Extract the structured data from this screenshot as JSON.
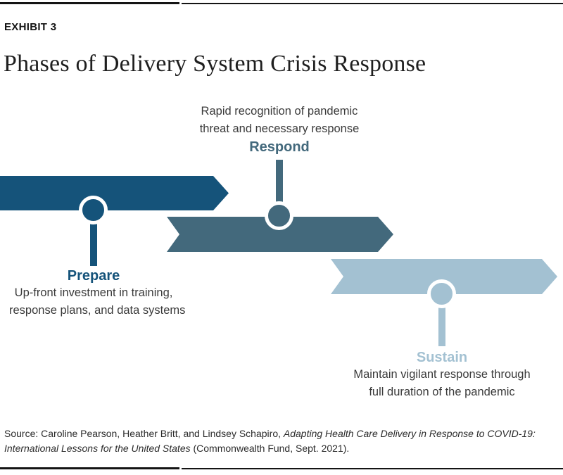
{
  "header": {
    "exhibit_label": "EXHIBIT 3",
    "title": "Phases of Delivery System Crisis Response"
  },
  "colors": {
    "prepare": "#15537a",
    "respond": "#43697c",
    "sustain": "#a3c1d2"
  },
  "phases": [
    {
      "name": "Prepare",
      "desc_line1": "Up-front investment in training,",
      "desc_line2": "response plans, and data systems"
    },
    {
      "name": "Respond",
      "desc_line1": "Rapid recognition of pandemic",
      "desc_line2": "threat and necessary response"
    },
    {
      "name": "Sustain",
      "desc_line1": "Maintain vigilant response through",
      "desc_line2": "full duration of the pandemic"
    }
  ],
  "source": {
    "line1_regular": "Source: Caroline Pearson, Heather Britt, and Lindsey Schapiro, ",
    "line1_italic": "Adapting Health Care Delivery in Response to COVID-19:",
    "line2_italic": "International Lessons for the United States",
    "line2_regular": " (Commonwealth Fund, Sept. 2021)."
  }
}
